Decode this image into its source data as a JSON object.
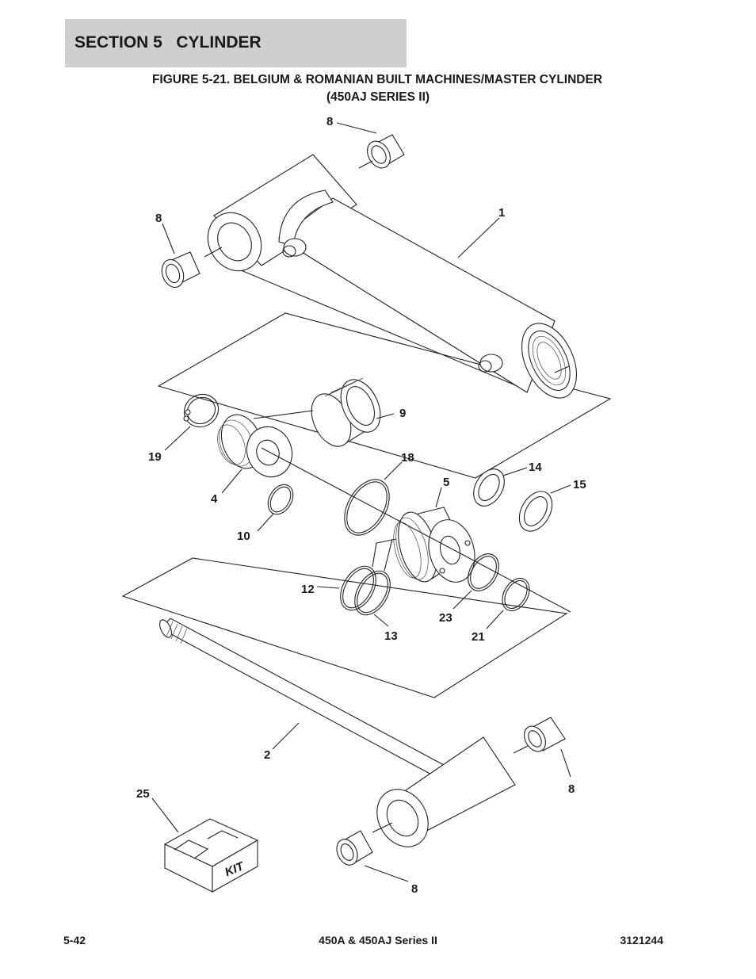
{
  "section_header": "SECTION 5   CYLINDER",
  "figure_title_line1": "FIGURE 5-21. BELGIUM & ROMANIAN BUILT MACHINES/MASTER CYLINDER",
  "figure_title_line2": "(450AJ SERIES II)",
  "callouts": {
    "bushing_top": "8",
    "bushing_left": "8",
    "barrel": "1",
    "piston_seal": "9",
    "retaining_ring_left": "19",
    "wear_ring": "18",
    "head": "5",
    "wiper": "14",
    "rod_seal": "15",
    "piston": "4",
    "o_ring_piston": "10",
    "backup_ring": "12",
    "o_ring_head": "13",
    "retaining_ring_head": "23",
    "o_ring_small": "21",
    "rod": "2",
    "bushing_rod_right": "8",
    "kit": "25",
    "bushing_rod_bottom": "8"
  },
  "kit_label": "KIT",
  "footer": {
    "page": "5-42",
    "model": "450A & 450AJ Series II",
    "doc_number": "3121244"
  }
}
